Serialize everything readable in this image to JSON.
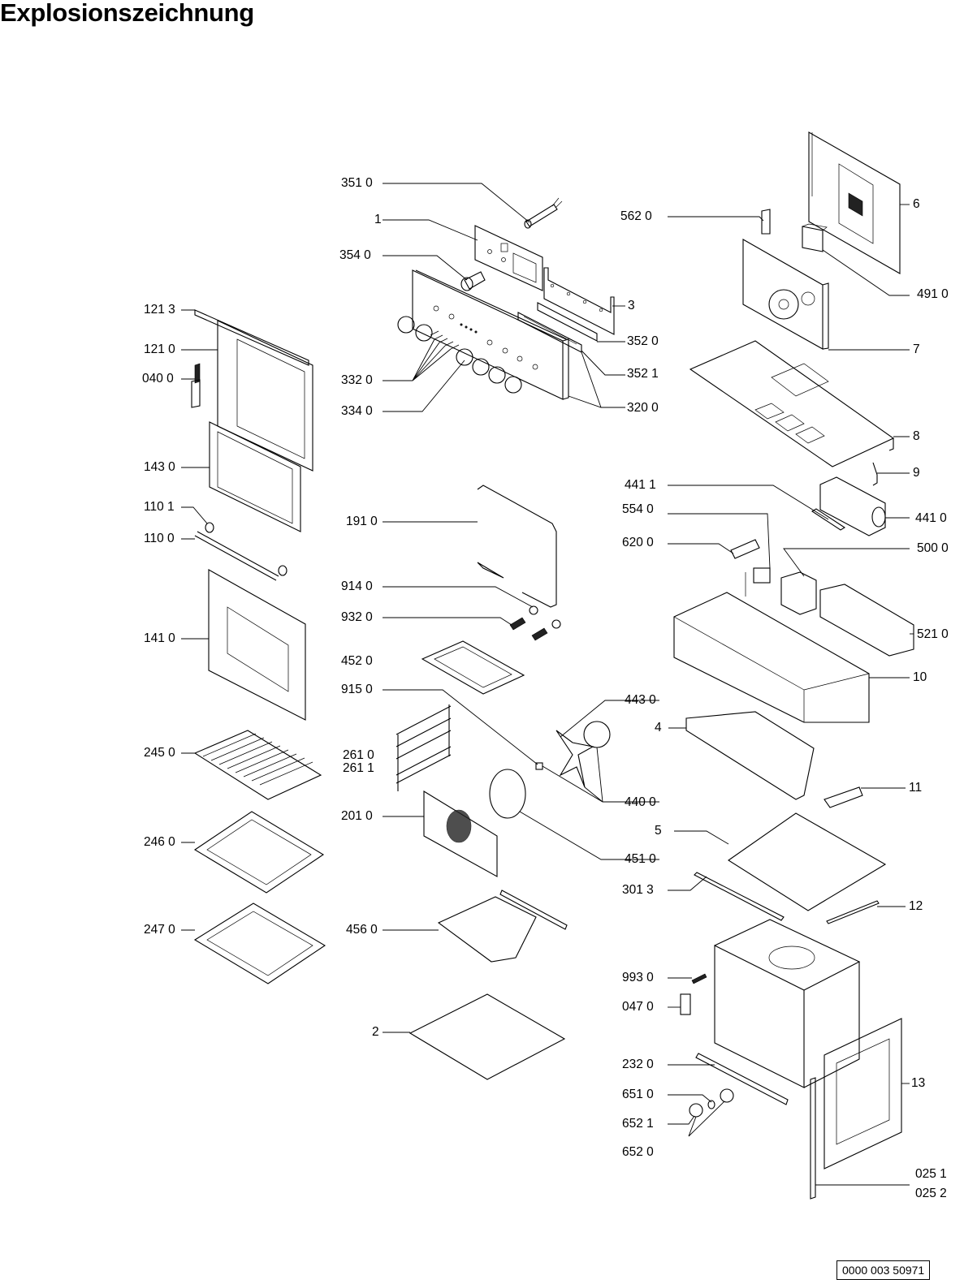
{
  "title": "Explosionszeichnung",
  "document_number": "0000 003 50971",
  "diagram": {
    "type": "exploded-parts-view",
    "subject": "built-in oven",
    "part_labels": [
      {
        "id": "351_0",
        "text": "351 0"
      },
      {
        "id": "1",
        "text": "1"
      },
      {
        "id": "354_0",
        "text": "354 0"
      },
      {
        "id": "3",
        "text": "3"
      },
      {
        "id": "352_0",
        "text": "352 0"
      },
      {
        "id": "352_1",
        "text": "352 1"
      },
      {
        "id": "332_0",
        "text": "332 0"
      },
      {
        "id": "334_0",
        "text": "334 0"
      },
      {
        "id": "320_0",
        "text": "320 0"
      },
      {
        "id": "562_0",
        "text": "562 0"
      },
      {
        "id": "6",
        "text": "6"
      },
      {
        "id": "491_0",
        "text": "491 0"
      },
      {
        "id": "7",
        "text": "7"
      },
      {
        "id": "8",
        "text": "8"
      },
      {
        "id": "9",
        "text": "9"
      },
      {
        "id": "441_1",
        "text": "441 1"
      },
      {
        "id": "441_0",
        "text": "441 0"
      },
      {
        "id": "554_0",
        "text": "554 0"
      },
      {
        "id": "620_0",
        "text": "620 0"
      },
      {
        "id": "500_0",
        "text": "500 0"
      },
      {
        "id": "521_0",
        "text": "521 0"
      },
      {
        "id": "10",
        "text": "10"
      },
      {
        "id": "121_3",
        "text": "121 3"
      },
      {
        "id": "121_0",
        "text": "121 0"
      },
      {
        "id": "040_0",
        "text": "040 0"
      },
      {
        "id": "143_0",
        "text": "143 0"
      },
      {
        "id": "110_1",
        "text": "110 1"
      },
      {
        "id": "110_0",
        "text": "110 0"
      },
      {
        "id": "141_0",
        "text": "141 0"
      },
      {
        "id": "191_0",
        "text": "191 0"
      },
      {
        "id": "914_0",
        "text": "914 0"
      },
      {
        "id": "932_0",
        "text": "932 0"
      },
      {
        "id": "452_0",
        "text": "452 0"
      },
      {
        "id": "915_0",
        "text": "915 0"
      },
      {
        "id": "443_0",
        "text": "443 0"
      },
      {
        "id": "4",
        "text": "4"
      },
      {
        "id": "261_0",
        "text": "261 0"
      },
      {
        "id": "261_1",
        "text": "261 1"
      },
      {
        "id": "440_0",
        "text": "440 0"
      },
      {
        "id": "11",
        "text": "11"
      },
      {
        "id": "201_0",
        "text": "201 0"
      },
      {
        "id": "451_0",
        "text": "451 0"
      },
      {
        "id": "5",
        "text": "5"
      },
      {
        "id": "301_3",
        "text": "301 3"
      },
      {
        "id": "12",
        "text": "12"
      },
      {
        "id": "245_0",
        "text": "245 0"
      },
      {
        "id": "246_0",
        "text": "246 0"
      },
      {
        "id": "247_0",
        "text": "247 0"
      },
      {
        "id": "456_0",
        "text": "456 0"
      },
      {
        "id": "993_0",
        "text": "993 0"
      },
      {
        "id": "047_0",
        "text": "047 0"
      },
      {
        "id": "2",
        "text": "2"
      },
      {
        "id": "232_0",
        "text": "232 0"
      },
      {
        "id": "13",
        "text": "13"
      },
      {
        "id": "651_0",
        "text": "651 0"
      },
      {
        "id": "652_1",
        "text": "652 1"
      },
      {
        "id": "652_0",
        "text": "652 0"
      },
      {
        "id": "025_1",
        "text": "025 1"
      },
      {
        "id": "025_2",
        "text": "025 2"
      }
    ]
  }
}
